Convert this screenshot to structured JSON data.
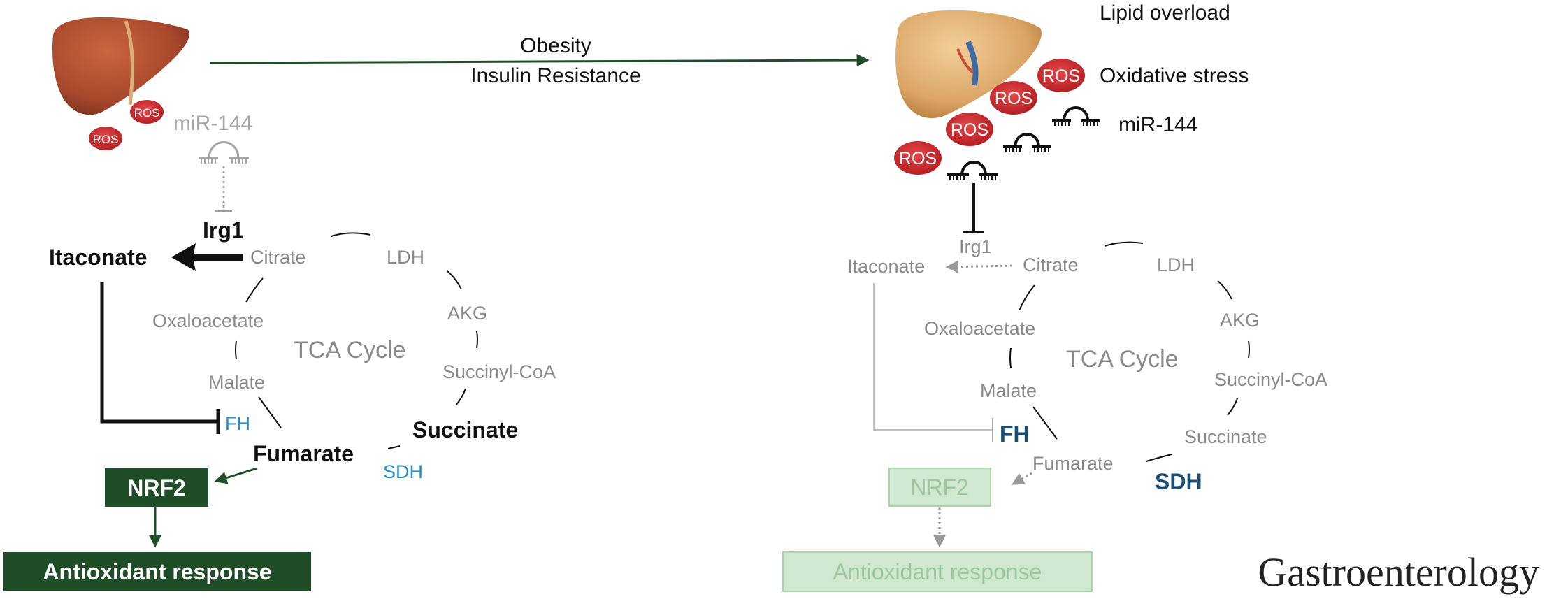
{
  "arrow": {
    "line1": "Obesity",
    "line2": "Insulin Resistance"
  },
  "left": {
    "ros": [
      "ROS",
      "ROS"
    ],
    "mir": "miR-144",
    "irg1": "Irg1",
    "itaconate": "Itaconate",
    "cycle": {
      "citrate": "Citrate",
      "ldh": "LDH",
      "akg": "AKG",
      "oxaloacetate": "Oxaloacetate",
      "title": "TCA Cycle",
      "succinyl_coa": "Succinyl-CoA",
      "malate": "Malate",
      "fh": "FH",
      "succinate": "Succinate",
      "fumarate": "Fumarate",
      "sdh": "SDH"
    },
    "nrf2": "NRF2",
    "antioxidant": "Antioxidant response"
  },
  "right": {
    "lipid": "Lipid overload",
    "oxidative": "Oxidative stress",
    "mir": "miR-144",
    "ros": [
      "ROS",
      "ROS",
      "ROS",
      "ROS"
    ],
    "irg1": "Irg1",
    "itaconate": "Itaconate",
    "cycle": {
      "citrate": "Citrate",
      "ldh": "LDH",
      "akg": "AKG",
      "oxaloacetate": "Oxaloacetate",
      "title": "TCA Cycle",
      "succinyl_coa": "Succinyl-CoA",
      "malate": "Malate",
      "fh": "FH",
      "succinate": "Succinate",
      "fumarate": "Fumarate",
      "sdh": "SDH"
    },
    "nrf2": "NRF2",
    "antioxidant": "Antioxidant response"
  },
  "journal": "Gastroenterology",
  "colors": {
    "dark_green": "#1e4d28",
    "ros_red": "#c8262a",
    "gray_text": "#8a8a8a",
    "fh_sdh_blue_left": "#2a8fc9",
    "fh_sdh_blue_right": "#1b4e73",
    "faded_green_fill": "#cfe8cf",
    "faded_green_text": "#9fc79f",
    "liver_healthy": "#a8482c",
    "liver_fatty": "#d9a56b"
  },
  "icons": [
    "liver-healthy-icon",
    "liver-fatty-icon",
    "mirna-inhibitor-icon"
  ]
}
